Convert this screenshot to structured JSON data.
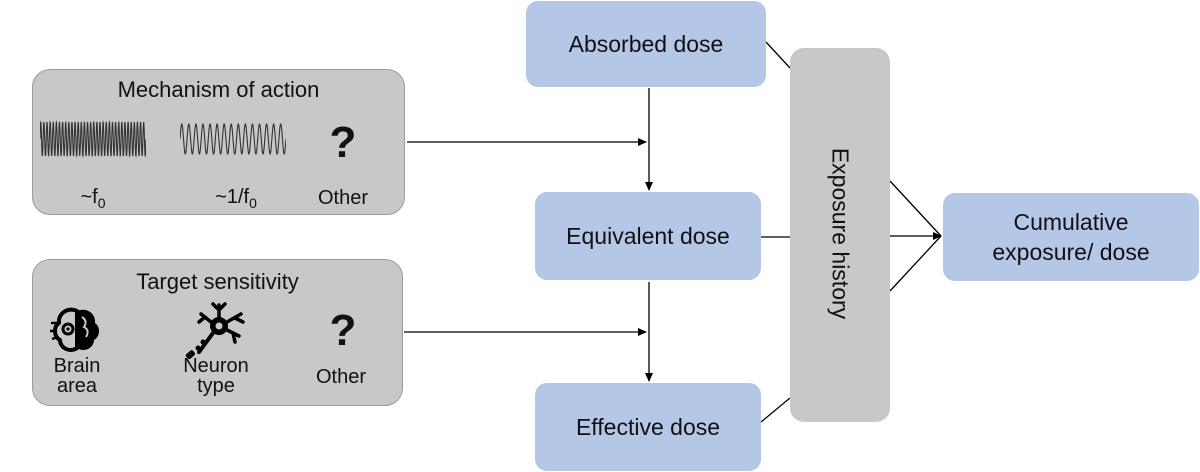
{
  "blocks": {
    "absorbed": "Absorbed dose",
    "equivalent": "Equivalent dose",
    "effective": "Effective dose",
    "exposure_history": "Exposure history",
    "cumulative_line1": "Cumulative",
    "cumulative_line2": "exposure/ dose"
  },
  "mechanism": {
    "title": "Mechanism of action",
    "labels": {
      "f0_prefix": "~f",
      "f0_sub": "0",
      "inv_prefix": "~1/f",
      "inv_sub": "0",
      "other": "Other"
    },
    "question": "?"
  },
  "sensitivity": {
    "title": "Target sensitivity",
    "brain_line1": "Brain",
    "brain_line2": "area",
    "neuron_line1": "Neuron",
    "neuron_line2": "type",
    "other": "Other",
    "question": "?"
  },
  "icons": [
    "high-frequency-wave-icon",
    "low-frequency-wave-icon",
    "brain-gear-icon",
    "neuron-icon"
  ],
  "colors": {
    "blue": "#b4c7e7",
    "gray": "#c8c8c8",
    "line": "#000000"
  }
}
